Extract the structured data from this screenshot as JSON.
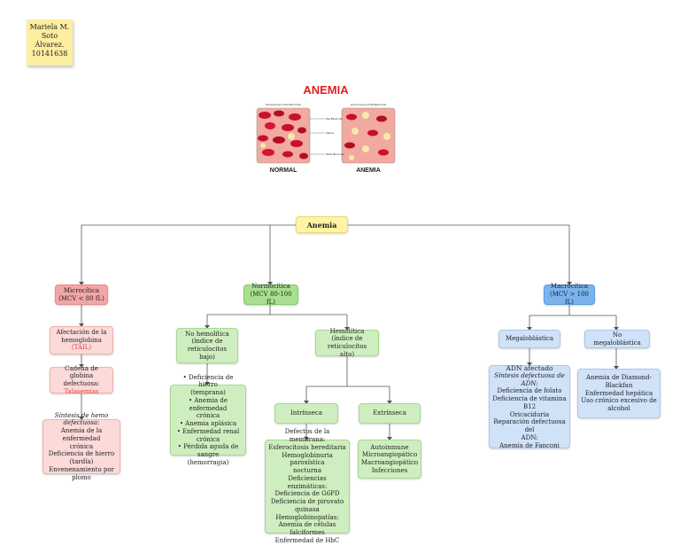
{
  "sticky_note": {
    "lines": [
      "Mariela M.",
      "Soto",
      "Álvarez.",
      "10141638"
    ]
  },
  "illustration": {
    "title": "ANEMIA",
    "left_caption": "Normal Amount of Red Blood Cells",
    "right_caption": "Anemic Amount of Red Blood Cells",
    "labels": [
      "Red Blood Cell",
      "Plasma",
      "White Blood Cell"
    ],
    "left_label": "NORMAL",
    "right_label": "ANEMIA",
    "colors": {
      "title": "#e31e24",
      "tissue": "#f1a9a0",
      "cell": "#c8102e",
      "wbc": "#f7e9a8"
    }
  },
  "root": {
    "label": "Anemia"
  },
  "micro": {
    "title": "Microcítica",
    "range": "(MCV < 80 fL)",
    "box1_line1": "Afectación de la",
    "box1_line2": "hemoglobina",
    "box1_accent": "(TAIL)",
    "box2_line1": "Cadena de globina",
    "box2_line2": "defectuosa:",
    "box2_accent": "Talasemias",
    "box3": [
      "Síntesis de hemo defectuosa:",
      "Anemia de la enfermedad",
      "crónica",
      "Deficiencia de hierro (tardía)",
      "Envenenamiento por plomo"
    ]
  },
  "normo": {
    "title": "Normocítica",
    "range": "(MCV 80-100 fL)",
    "nohemo": [
      "No hemolítica",
      "(índice de reticulocitos",
      "bajo)"
    ],
    "nohemo_list": [
      "• Deficiencia de hierro",
      "(temprana)",
      "• Anemia de enfermedad",
      "crónica",
      "• Anemia aplásica",
      "• Enfermedad renal crónica",
      "• Pérdida aguda de sangre",
      "(hemorragia)"
    ],
    "hemo": [
      "Hemolítica",
      "(índice de reticulocitos",
      "alto)"
    ],
    "intr": "Intrínseca",
    "extr": "Extrínseca",
    "intr_list": [
      "Defectos de la membrana:",
      "Esferocitosis hereditaria",
      "Hemoglobinuria paroxística",
      "nocturna",
      "",
      "Deficiencias enzimáticas:",
      "Deficiencia de G6PD",
      "Deficiencia de piruvato quinasa",
      "",
      "Hemoglobinopatías:",
      "Anemia de células falciformes",
      "Enfermedad de HbC"
    ],
    "extr_list": [
      "Autoinmune",
      "Microangiopático",
      "Macroangiopático",
      "Infecciones"
    ]
  },
  "macro": {
    "title": "Macrocítica",
    "range": "(MCV > 100 fL)",
    "mega": "Megaloblástica",
    "nomega": "No megaloblástica",
    "mega_list": [
      "ADN afectado",
      "",
      "Síntesis defectuosa de ADN:",
      "Deficiencia de folato",
      "Deficiencia de vitamina B12",
      "Oricaciduria",
      "",
      "Reparación defectuosa del",
      "ADN:",
      "Anemia de Fanconi"
    ],
    "nomega_list": [
      "Anemia de Diamond-Blackfan",
      "Enfermedad hepática",
      "Uso crónico excesivo de",
      "alcohol"
    ]
  }
}
